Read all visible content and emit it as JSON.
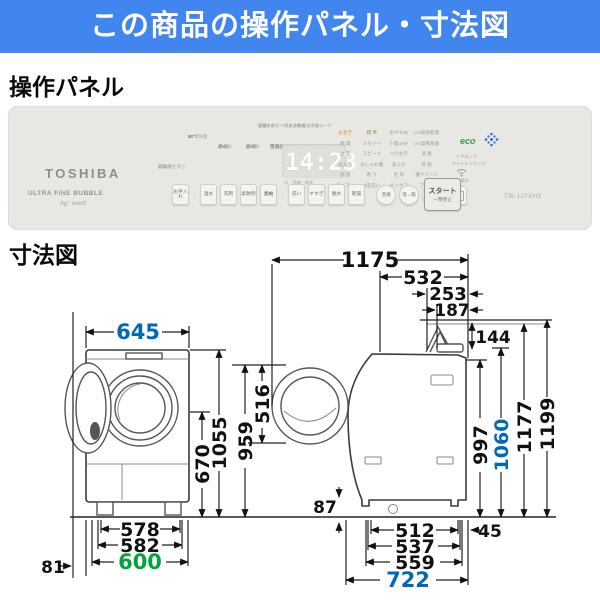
{
  "banner": {
    "title": "この商品の操作パネル・寸法図"
  },
  "sections": {
    "panel_title": "操作パネル",
    "dimension_title": "寸法図"
  },
  "colors": {
    "banner_bg": "#4186ef",
    "accent_blue": "#0068b7",
    "accent_green": "#00a33e"
  },
  "panel": {
    "brand": "TOSHIBA",
    "feature": "ULTRA FINE BUBBLE",
    "feature_sub": "Ag⁺ wash",
    "temps": [
      "60℃除菌",
      "50℃",
      "40℃",
      "30℃",
      "15℃"
    ],
    "temp_side": [
      "ECOモード",
      "自動おそうじ"
    ],
    "level_col": [
      "補 充",
      "多 め",
      "● ●",
      "少なめ"
    ],
    "status_col": [
      "見直し中",
      "予 約",
      "残り(約)",
      "自動投入(約)"
    ],
    "display": {
      "time": "14:23",
      "top_row1": "衣類の香り つけおき時間 ソフトキープ",
      "top_row2": "容量オーバー 排水点検 給水点検",
      "bottom_row": "分　洗剤　給水"
    },
    "modes": {
      "col1": [
        "お急ぎ",
        "節 電",
        "上 質",
        "念入り",
        "除 菌",
        "タイマー"
      ],
      "col2": [
        "標 準",
        "メモリー",
        "スピード",
        "おしゃれ着",
        "香 り",
        "2度洗い"
      ],
      "col3": [
        "おやすみ",
        "少量45分",
        "つけおき",
        "柔らか",
        "毛 布",
        "ダニケア"
      ],
      "col4": [
        "UV除菌乾燥",
        "UV温風除菌",
        "消 臭",
        "花 粉",
        "槽クリーン",
        "アプリ"
      ],
      "wifi_label": "スマホ操作"
    },
    "eco_badge": "eco",
    "door_lock": "ドアロック",
    "door_lock_sub": "チャイルドロック",
    "buttons": [
      "お手入れ",
      "温水",
      "洗剤",
      "柔軟剤",
      "予約",
      "洗い",
      "すすぎ",
      "脱水",
      "乾燥"
    ],
    "reserve_sub": "(取消)",
    "round_buttons": [
      "洗濯",
      "洗→乾",
      "乾燥"
    ],
    "start_label": "スタート",
    "start_sub": "一時停止",
    "model": "TW-127XH3"
  },
  "dims": {
    "front": {
      "width": "645",
      "left_gap": "81",
      "v670": "670",
      "v1055": "1055",
      "v959": "959",
      "b578": "578",
      "b582": "582",
      "b600": "600"
    },
    "side": {
      "depth": "1175",
      "t532": "532",
      "t253": "253",
      "t187": "187",
      "t144": "144",
      "door": "516",
      "v997": "997",
      "v1060": "1060",
      "v1177": "1177",
      "v1199": "1199",
      "base": "87",
      "b512": "512",
      "b537": "537",
      "b559": "559",
      "b722": "722",
      "back": "45"
    }
  }
}
